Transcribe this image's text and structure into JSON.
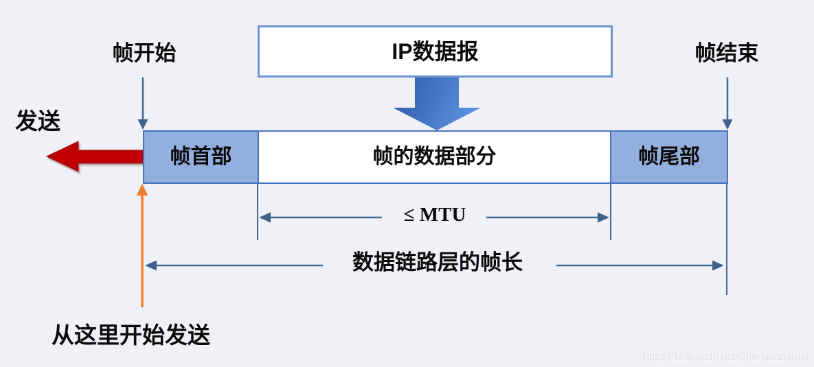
{
  "diagram": {
    "top": {
      "frame_start": "帧开始",
      "ip_datagram": "IP数据报",
      "frame_end": "帧结束"
    },
    "frame": {
      "header": "帧首部",
      "data": "帧的数据部分",
      "trailer": "帧尾部"
    },
    "left": {
      "send": "发送"
    },
    "measures": {
      "mtu": "≤ MTU",
      "frame_length": "数据链路层的帧长"
    },
    "bottom": {
      "start_here": "从这里开始发送"
    },
    "watermark": "https://blog.csdn.net/Chenguanxixixi"
  },
  "icons": {
    "ip_to_frame": "block-down-arrow",
    "frame_start_pointer": "thin-down-arrow",
    "frame_end_pointer": "thin-down-arrow",
    "send_direction": "red-left-arrow",
    "send_start_pointer": "orange-up-arrow",
    "mtu_measure": "double-headed-arrow",
    "frame_length_measure": "double-headed-arrow"
  },
  "colors": {
    "background": "#f0f1f6",
    "frame_fill_blue": "#93afde",
    "frame_border_blue": "#4472c4",
    "ip_box_border": "#6e93d0",
    "measure_line": "#44678f",
    "send_arrow_red": "#c00000",
    "start_arrow_orange": "#ed7d31",
    "block_arrow_dark": "#2b58a6",
    "block_arrow_light": "#5b90dc",
    "watermark_gray": "#dcdee6"
  }
}
